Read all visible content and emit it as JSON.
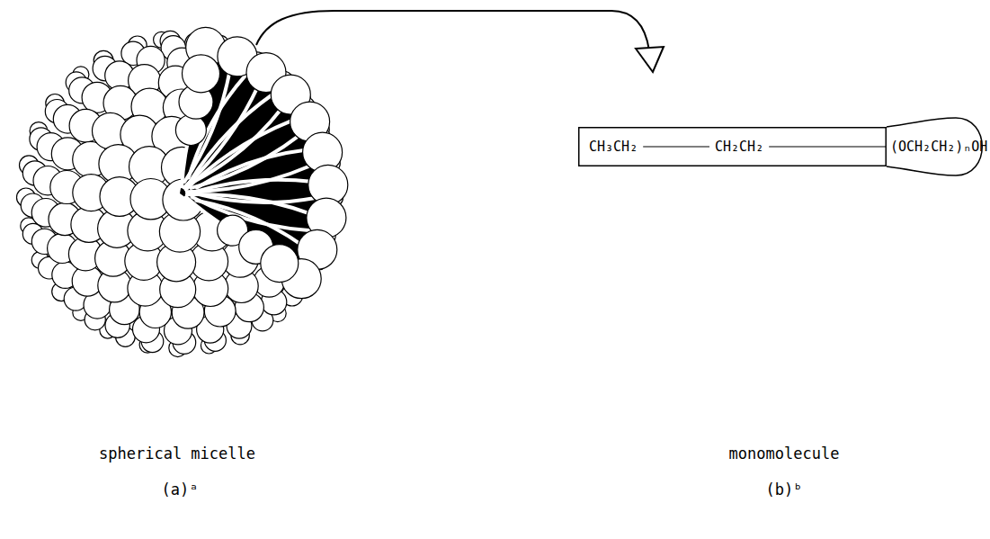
{
  "diagram": {
    "nodes": [
      {
        "text": [
          "CH₃CH₂",
          "CH₂CH₂"
        ]
      },
      {
        "text": [
          "(OCH₂CH₂)ₙOH"
        ]
      }
    ],
    "labels": [
      "spherical micelle",
      "(a)ᵃ",
      "monomolecule",
      "(b)ᵇ"
    ]
  }
}
